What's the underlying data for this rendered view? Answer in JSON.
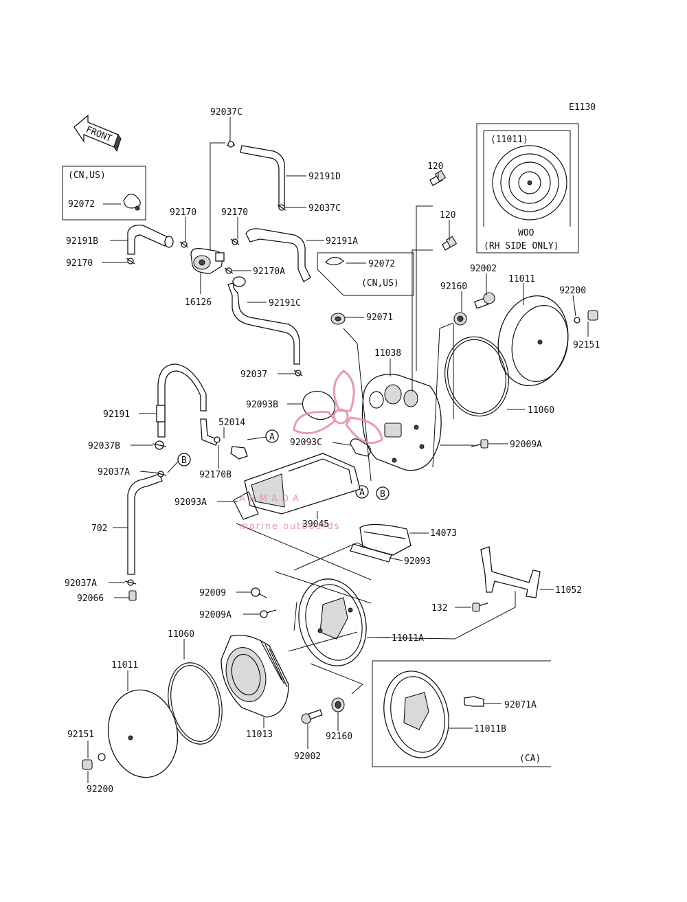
{
  "diagram": {
    "code": "E1130",
    "front_label": "FRONT"
  },
  "boxes": {
    "cn_us_top": {
      "header": "(CN,US)",
      "part": "92072"
    },
    "cn_us_mid": {
      "part": "92072",
      "footer": "(CN,US)"
    },
    "woo": {
      "header": "(11011)",
      "line1": "WOO",
      "line2": "(RH SIDE ONLY)"
    },
    "ca": {
      "footer": "(CA)"
    }
  },
  "refs": {
    "a": "A",
    "b": "B"
  },
  "callouts": {
    "p92037C_top": "92037C",
    "p92191D": "92191D",
    "p92037C_mid": "92037C",
    "p92170_a": "92170",
    "p92170_b": "92170",
    "p92191B": "92191B",
    "p92170_c": "92170",
    "p92191A": "92191A",
    "p92170A": "92170A",
    "p16126": "16126",
    "p92191C": "92191C",
    "p92071": "92071",
    "p92037": "92037",
    "p120_a": "120",
    "p120_b": "120",
    "p92002_top": "92002",
    "p11011_top": "11011",
    "p92200_top": "92200",
    "p92160_top": "92160",
    "p92151_top": "92151",
    "p11038": "11038",
    "p11060_right": "11060",
    "p92093B": "92093B",
    "p92093C": "92093C",
    "p92009A_right": "92009A",
    "p92191": "92191",
    "p52014": "52014",
    "p92037B": "92037B",
    "p92170B": "92170B",
    "p92037A_top": "92037A",
    "p92093A": "92093A",
    "p39045": "39045",
    "p14073": "14073",
    "p702": "702",
    "p92093": "92093",
    "p92037A_bottom": "92037A",
    "p92066": "92066",
    "p92009": "92009",
    "p92009A_mid": "92009A",
    "p11052": "11052",
    "p132": "132",
    "p11011A": "11011A",
    "p11060_left": "11060",
    "p11011_left": "11011",
    "p92071A": "92071A",
    "p11011B": "11011B",
    "p92151_bottom": "92151",
    "p11013": "11013",
    "p92160_bottom": "92160",
    "p92002_bottom": "92002",
    "p92200_bottom": "92200"
  },
  "watermark": {
    "brand": "ARMADA",
    "tagline": "marine outboards",
    "color": "#e58aa8"
  }
}
